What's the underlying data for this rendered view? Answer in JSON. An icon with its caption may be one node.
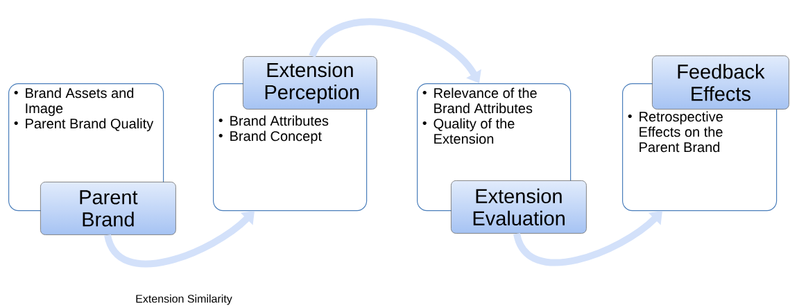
{
  "diagram": {
    "nodes": [
      {
        "text": [
          "Brand Assets and Image",
          "Parent Brand Quality"
        ]
      },
      {
        "text": [
          "Parent Brand"
        ]
      },
      {
        "text": [
          "Extension Perception"
        ]
      },
      {
        "text": [
          "Brand Attributes",
          "Brand Concept"
        ]
      },
      {
        "text": [
          "Relevance of the Brand Attributes",
          "Quality of the Extension"
        ]
      },
      {
        "text": [
          "Extension Evaluation"
        ]
      },
      {
        "text": [
          "Feedback Effects"
        ]
      },
      {
        "text": [
          "Retrospective Effects on the Parent Brand"
        ]
      }
    ],
    "edges": [
      {
        "from": 1,
        "to": 3,
        "arrow": "to",
        "label": "Extension Similarity"
      },
      {
        "from": 2,
        "to": 4,
        "arrow": "to"
      },
      {
        "from": 5,
        "to": 7,
        "arrow": "to"
      }
    ]
  }
}
